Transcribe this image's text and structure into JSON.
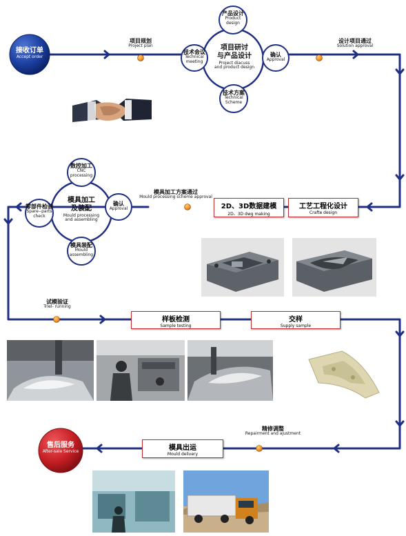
{
  "colors": {
    "flow_line": "#1f2f83",
    "node_blue": "#1c3f9e",
    "node_red": "#c41f25",
    "dot_orange": "#f08a1e",
    "box_border": "#c0282d"
  },
  "start": {
    "zh": "接收订单",
    "en": "Accept order"
  },
  "end": {
    "zh": "售后服务",
    "en": "After-sale Service"
  },
  "steps": {
    "project_plan": {
      "zh": "项目规划",
      "en": "Project plan"
    },
    "solution_approval": {
      "zh": "设计项目通过",
      "en": "Solution approval"
    },
    "mould_scheme_approval": {
      "zh": "模具加工方案通过",
      "en": "Mould processing scheme approval"
    },
    "trial_running": {
      "zh": "试模验证",
      "en": "Triel- running"
    },
    "repair_adjust": {
      "zh": "精修调整",
      "en": "Repairment and ajustment"
    }
  },
  "cycle1": {
    "center": {
      "zh1": "项目研讨",
      "zh2": "与产品设计",
      "en1": "Project diacuss",
      "en2": "and product design"
    },
    "top": {
      "zh": "产品设计",
      "en1": "Product",
      "en2": "design"
    },
    "left": {
      "zh": "技术会议",
      "en1": "Technical",
      "en2": "meeting"
    },
    "right": {
      "zh": "确认",
      "en": "Approval"
    },
    "bottom": {
      "zh": "技术方案",
      "en1": "Technical",
      "en2": "Scheme"
    }
  },
  "cycle2": {
    "center": {
      "zh1": "模具加工",
      "zh2": "及装配",
      "en1": "Mould processing",
      "en2": "and assembling"
    },
    "top": {
      "zh": "数控加工",
      "en1": "CNC",
      "en2": "processing"
    },
    "left": {
      "zh": "零部件检验",
      "en1": "Spare--parts",
      "en2": "check"
    },
    "right": {
      "zh": "确认",
      "en": "Approval"
    },
    "bottom": {
      "zh": "模具装配",
      "en1": "Mould",
      "en2": "assembling"
    }
  },
  "boxes": {
    "craft": {
      "zh": "工艺工程化设计",
      "en": "Crafte design"
    },
    "dwg": {
      "zh": "2D、3D数据建模",
      "en": "2D、3D dwg making"
    },
    "sample_test": {
      "zh": "样板检测",
      "en": "Sample testing"
    },
    "supply": {
      "zh": "交样",
      "en": "Supply sample"
    },
    "delivery": {
      "zh": "模具出运",
      "en": "Mould delivery"
    }
  },
  "photos": [
    "handshake",
    "mould-model-1",
    "mould-model-2",
    "cnc-machining",
    "workshop-workers",
    "mould-closeup",
    "sample-part",
    "factory-hall",
    "delivery-truck"
  ]
}
